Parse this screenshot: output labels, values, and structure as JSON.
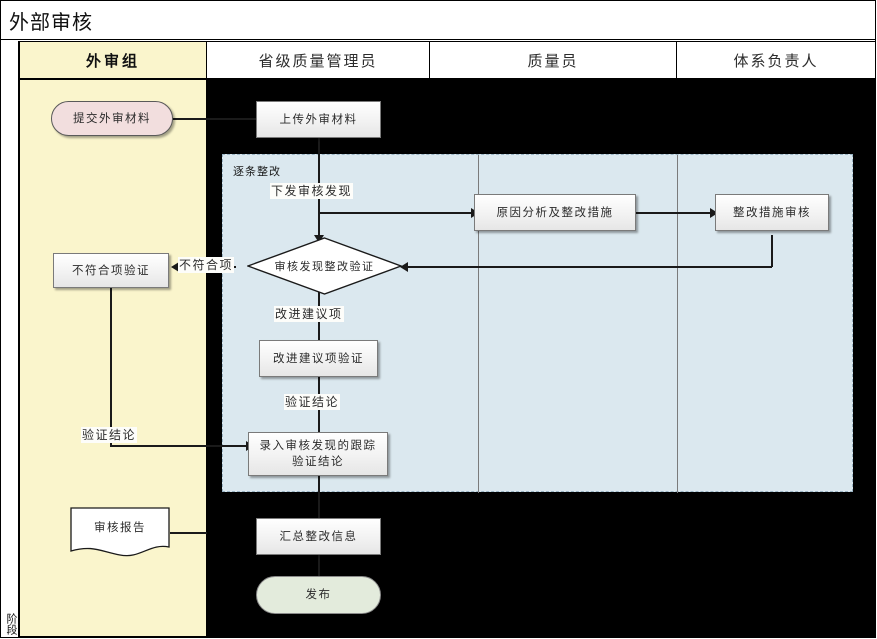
{
  "page": {
    "title": "外部审核",
    "phase_label": "阶段"
  },
  "lanes": [
    {
      "id": "lane-external-audit-team",
      "label": "外审组"
    },
    {
      "id": "lane-province-quality-manager",
      "label": "省级质量管理员"
    },
    {
      "id": "lane-quality-officer",
      "label": "质量员"
    },
    {
      "id": "lane-system-owner",
      "label": "体系负责人"
    }
  ],
  "phase_container": {
    "label": "逐条整改"
  },
  "nodes": {
    "submit_material": "提交外审材料",
    "upload_material": "上传外审材料",
    "cause_analysis": "原因分析及整改措施",
    "measure_review": "整改措施审核",
    "audit_finding_verify": "审核发现整改验证",
    "nonconformity_verify": "不符合项验证",
    "improvement_verify": "改进建议项验证",
    "record_conclusion": "录入审核发现的跟踪验证结论",
    "record_conclusion_line1": "录入审核发现的跟踪",
    "record_conclusion_line2": "验证结论",
    "audit_report": "审核报告",
    "summary_info": "汇总整改信息",
    "publish": "发布"
  },
  "edge_labels": {
    "issue_findings": "下发审核发现",
    "nonconformity": "不符合项",
    "improvement_item": "改进建议项",
    "verify_conclusion_center": "验证结论",
    "verify_conclusion_left": "验证结论"
  },
  "colors": {
    "lane_yellow": "#faf5cc",
    "phase_blue": "#dbe8ef",
    "terminator_pink": "#f2dede",
    "terminator_green": "#e3ebdc",
    "canvas_black": "#000000",
    "line": "#1a1a1a"
  }
}
